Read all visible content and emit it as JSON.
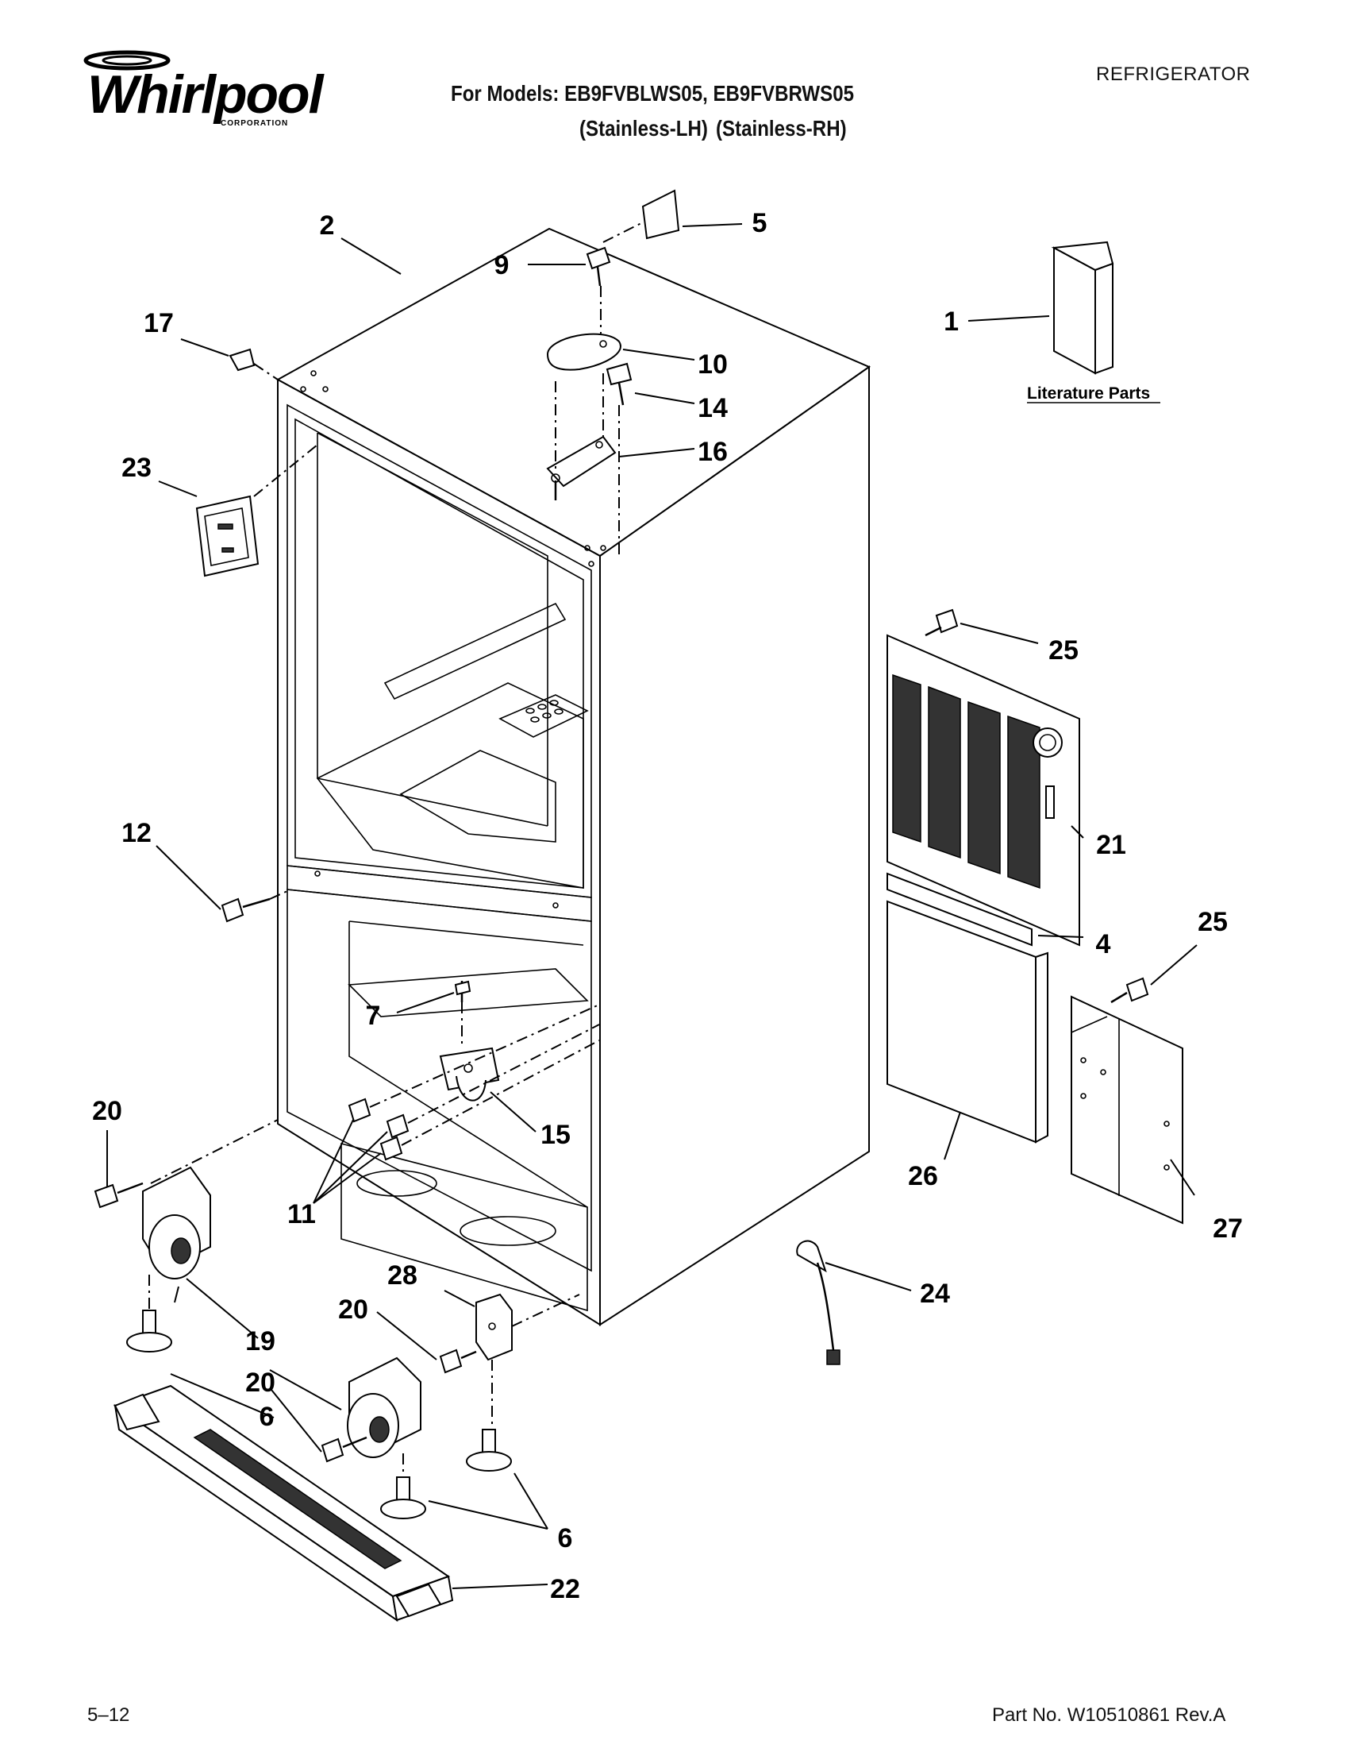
{
  "header": {
    "brand": "Whirlpool",
    "brand_sub": "CORPORATION",
    "models_line": "For Models: EB9FVBLWS05, EB9FVBRWS05",
    "variants_line": "(Stainless-LH)   (Stainless-RH)",
    "category": "REFRIGERATOR"
  },
  "literature_label": "Literature Parts",
  "callouts": {
    "c1": "1",
    "c2": "2",
    "c4": "4",
    "c5": "5",
    "c6a": "6",
    "c6b": "6",
    "c7": "7",
    "c9": "9",
    "c10": "10",
    "c11": "11",
    "c12": "12",
    "c14": "14",
    "c15": "15",
    "c16": "16",
    "c17": "17",
    "c19": "19",
    "c20a": "20",
    "c20b": "20",
    "c20c": "20",
    "c21": "21",
    "c22": "22",
    "c23": "23",
    "c24": "24",
    "c25a": "25",
    "c25b": "25",
    "c26": "26",
    "c27": "27",
    "c28": "28"
  },
  "footer": {
    "page": "5–12",
    "part_no": "Part No. W10510861 Rev.A"
  }
}
